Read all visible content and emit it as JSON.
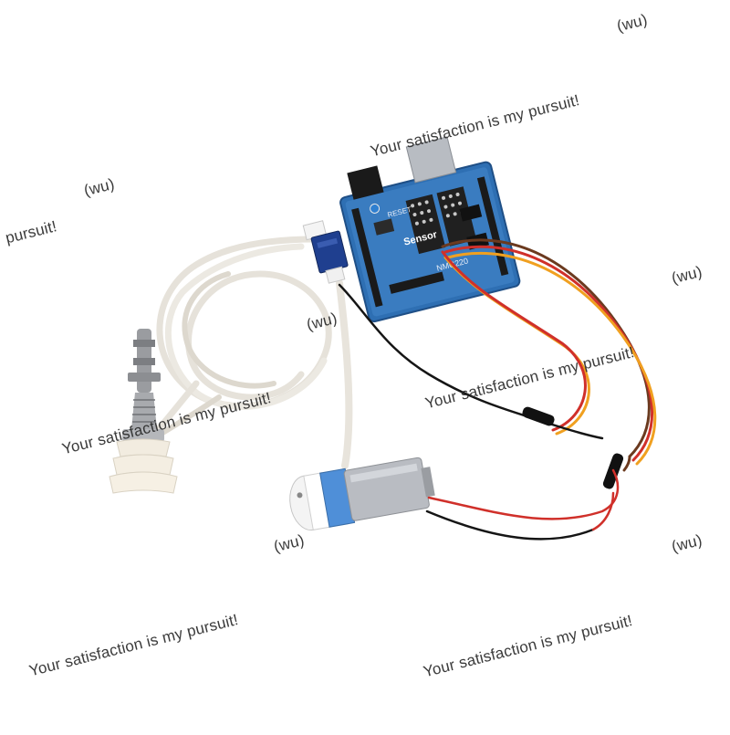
{
  "watermark": {
    "phrase": "Your satisfaction is my pursuit!",
    "fragment": "pursuit!",
    "tag": "(wu)"
  },
  "board": {
    "shield_label": "Sensor",
    "chip_label": "NMC220",
    "reset_label": "RESET"
  },
  "colors": {
    "board_blue": "#2e6fb3",
    "tube": "#e8e4dc",
    "valve_blue": "#1f3f8f",
    "pump_band": "#4f8fd8",
    "pump_metal": "#b9bcc2",
    "wire_orange": "#f0a020",
    "wire_red": "#d0302a",
    "wire_brown": "#6b3a1f",
    "wire_black": "#151515"
  }
}
